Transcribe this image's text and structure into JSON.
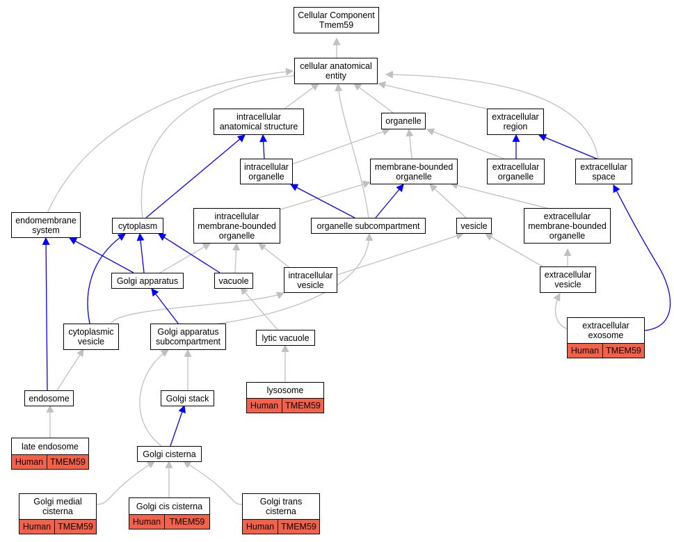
{
  "nodes": {
    "cc_root": "Cellular Component\nTmem59",
    "cae": "cellular anatomical\nentity",
    "ias": "intracellular\nanatomical structure",
    "organelle": "organelle",
    "ecr": "extracellular\nregion",
    "io": "intracellular\norganelle",
    "mbo": "membrane-bounded\norganelle",
    "eco": "extracellular\norganelle",
    "ecs": "extracellular\nspace",
    "ems": "endomembrane\nsystem",
    "cytoplasm": "cytoplasm",
    "imbo": "intracellular\nmembrane-bounded\norganelle",
    "osub": "organelle subcompartment",
    "vesicle": "vesicle",
    "ecmbo": "extracellular\nmembrane-bounded\norganelle",
    "golgi": "Golgi apparatus",
    "vacuole": "vacuole",
    "iv": "intracellular\nvesicle",
    "ecv": "extracellular\nvesicle",
    "cv": "cytoplasmic\nvesicle",
    "gasub": "Golgi apparatus\nsubcompartment",
    "lv": "lytic vacuole",
    "endosome": "endosome",
    "gstack": "Golgi stack",
    "gcist": "Golgi cisterna",
    "exosome": "extracellular\nexosome",
    "lysosome": "lysosome",
    "late_endo": "late endosome",
    "gmc": "Golgi medial\ncisterna",
    "gcc": "Golgi cis cisterna",
    "gtc": "Golgi trans\ncisterna"
  },
  "annotation": {
    "species": "Human",
    "gene": "TMEM59"
  },
  "colors": {
    "part_of_edge": "#0000ff",
    "is_a_edge": "#c0c0c0",
    "annotation_fill": "#f46149"
  }
}
